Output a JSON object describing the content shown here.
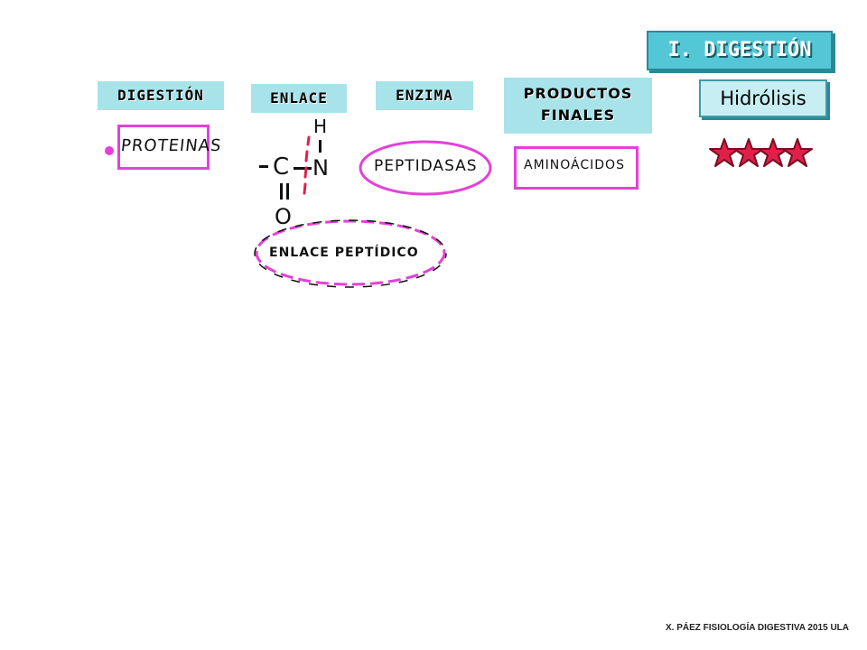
{
  "title": "I. DIGESTIÓN",
  "headers": {
    "digestion": "DIGESTIÓN",
    "enlace": "ENLACE",
    "enzima": "ENZIMA",
    "productos_line1": "PRODUCTOS",
    "productos_line2": "FINALES"
  },
  "hidrolisis": "Hidrólisis",
  "substrate": "PROTEINAS",
  "enzyme": "PEPTIDASAS",
  "product": "AMINOÁCIDOS",
  "bond_name": "ENLACE PEPTÍDICO",
  "bond_atoms": {
    "hydrogen": "H",
    "carbon": "C",
    "nitrogen": "N",
    "oxygen": "O"
  },
  "footer": "X. PÁEZ   FISIOLOGÍA DIGESTIVA 2015 ULA",
  "colors": {
    "accent_magenta": "#e540d8",
    "header_cyan": "#a8e3ea",
    "title_cyan": "#54c7d6",
    "star_red": "#e0204a"
  }
}
